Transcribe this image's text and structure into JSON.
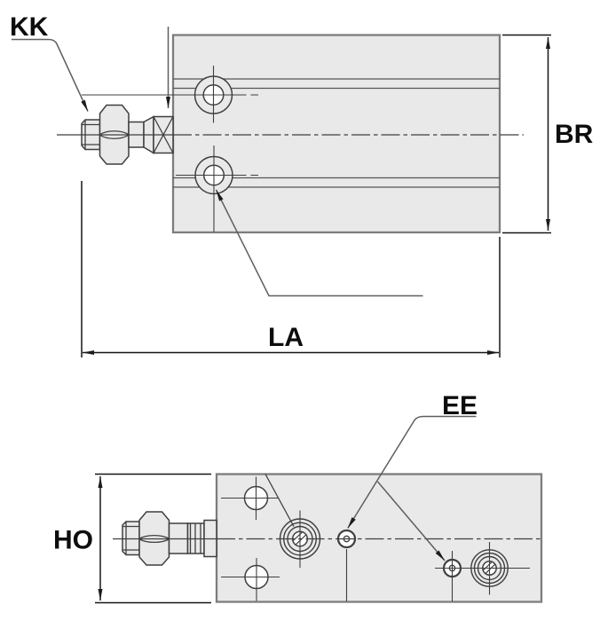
{
  "labels": {
    "kk": "KK",
    "br": "BR",
    "la": "LA",
    "ee": "EE",
    "ho": "HO"
  },
  "colors": {
    "background": "#ffffff",
    "body_fill": "#e9e9e9",
    "body_outline": "#7d7d7d",
    "part_line": "#3f3f3f",
    "dimension_line": "#161616",
    "leader_line": "#5f5f5f",
    "text": "#0d0d0d"
  }
}
